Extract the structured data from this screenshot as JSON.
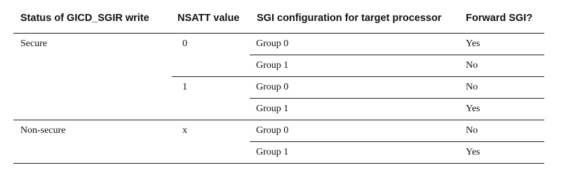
{
  "table": {
    "headers": [
      "Status of GICD_SGIR write",
      "NSATT value",
      "SGI configuration for target processor",
      "Forward SGI?"
    ],
    "groups": [
      {
        "status": "Secure",
        "nsatt": [
          {
            "value": "0",
            "rows": [
              {
                "config": "Group 0",
                "forward": "Yes"
              },
              {
                "config": "Group 1",
                "forward": "No"
              }
            ]
          },
          {
            "value": "1",
            "rows": [
              {
                "config": "Group 0",
                "forward": "No"
              },
              {
                "config": "Group 1",
                "forward": "Yes"
              }
            ]
          }
        ]
      },
      {
        "status": "Non-secure",
        "nsatt": [
          {
            "value": "x",
            "rows": [
              {
                "config": "Group 0",
                "forward": "No"
              },
              {
                "config": "Group 1",
                "forward": "Yes"
              }
            ]
          }
        ]
      }
    ]
  }
}
